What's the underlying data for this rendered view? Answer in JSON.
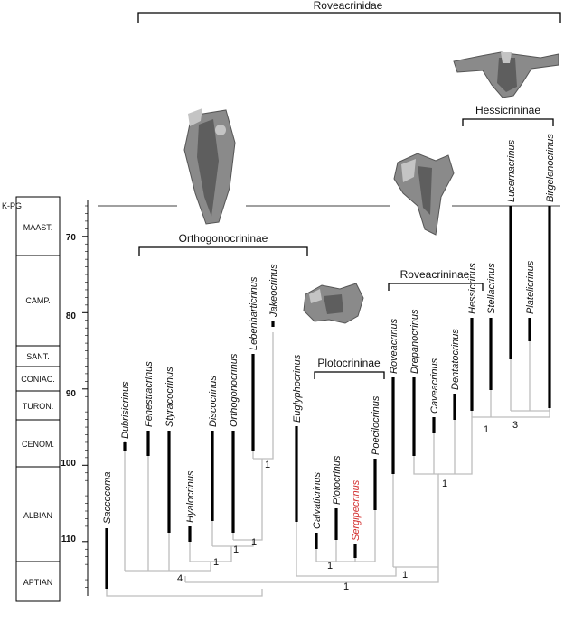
{
  "family": "Roveacrinidae",
  "boundary": "K-PG",
  "stages": [
    "MAAST.",
    "CAMP.",
    "SANT.",
    "CONIAC.",
    "TURON.",
    "CENOM.",
    "ALBIAN",
    "APTIAN"
  ],
  "ages": [
    "70",
    "80",
    "90",
    "100",
    "110"
  ],
  "subfamilies": [
    "Orthogonocrininae",
    "Roveacrininae",
    "Plotocrininae",
    "Hessicrininae"
  ],
  "taxa": [
    "Saccocoma",
    "Dubrisicrinus",
    "Fenestracrinus",
    "Styracocrinus",
    "Hyalocrinus",
    "Discocrinus",
    "Orthogonocrinus",
    "Lebenharticrinus",
    "Jakeocrinus",
    "Euglyphocrinus",
    "Calvaticrinus",
    "Plotocrinus",
    "Sergipecrinus",
    "Poecilocrinus",
    "Roveacrinus",
    "Drepanocrinus",
    "Caveacrinus",
    "Dentatocrinus",
    "Hessicrinus",
    "Stellacrinus",
    "Lucernacrinus",
    "Platelicrinus",
    "Birgelenocrinus"
  ],
  "highlight_color": "#d32f2f",
  "node_labels": [
    "4",
    "1",
    "1",
    "1",
    "1",
    "1",
    "1",
    "1",
    "1",
    "1",
    "3"
  ],
  "specimen_images": [
    "orthogonocrinid-calyx",
    "roveacrinid-calyx",
    "plotocrinid-calyx",
    "hessicrinid-calyx"
  ]
}
